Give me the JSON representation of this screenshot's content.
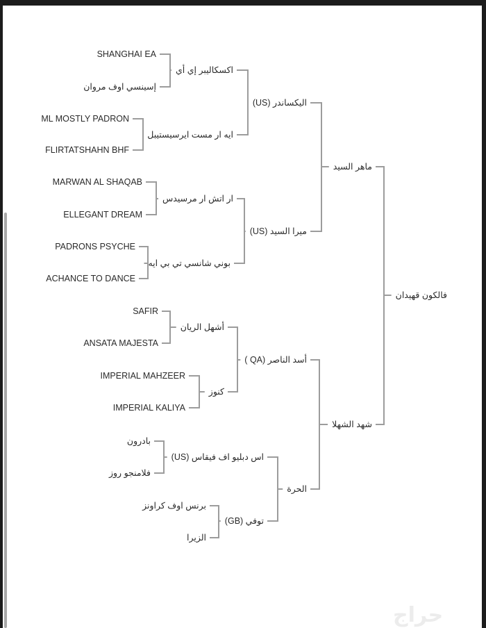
{
  "bracket": {
    "champion": "فالكون قهيدان",
    "round4": [
      "ماهر السيد",
      "شهد الشهلا"
    ],
    "round3": [
      "اليكساندر (US)",
      "ميرا السيد (US)",
      "أسد الناصر (QA )",
      "الحرة"
    ],
    "round2": [
      "اكسكاليبر إي أي",
      "ايه ار مست ايرسيستيبل",
      "ار اتش ار مرسيدس",
      "بوني شانسي تي بي ايه",
      "أشهل الريان",
      "كنوز",
      "اس دبليو اف فيقاس (US)",
      "توفي (GB)"
    ],
    "round1": [
      "SHANGHAI EA",
      "إسينسي اوف مروان",
      "ML MOSTLY PADRON",
      "FLIRTATSHAHN BHF",
      "MARWAN AL SHAQAB",
      "ELLEGANT DREAM",
      "PADRONS PSYCHE",
      "ACHANCE TO DANCE",
      "SAFIR",
      "ANSATA MAJESTA",
      "IMPERIAL MAHZEER",
      "IMPERIAL KALIYA",
      "بادرون",
      "فلامنجو روز",
      "برنس اوف كراونز",
      "الزيرا"
    ]
  },
  "watermark": "حراج",
  "colors": {
    "line": "#9c9c9c",
    "text": "#2a2a2a"
  }
}
